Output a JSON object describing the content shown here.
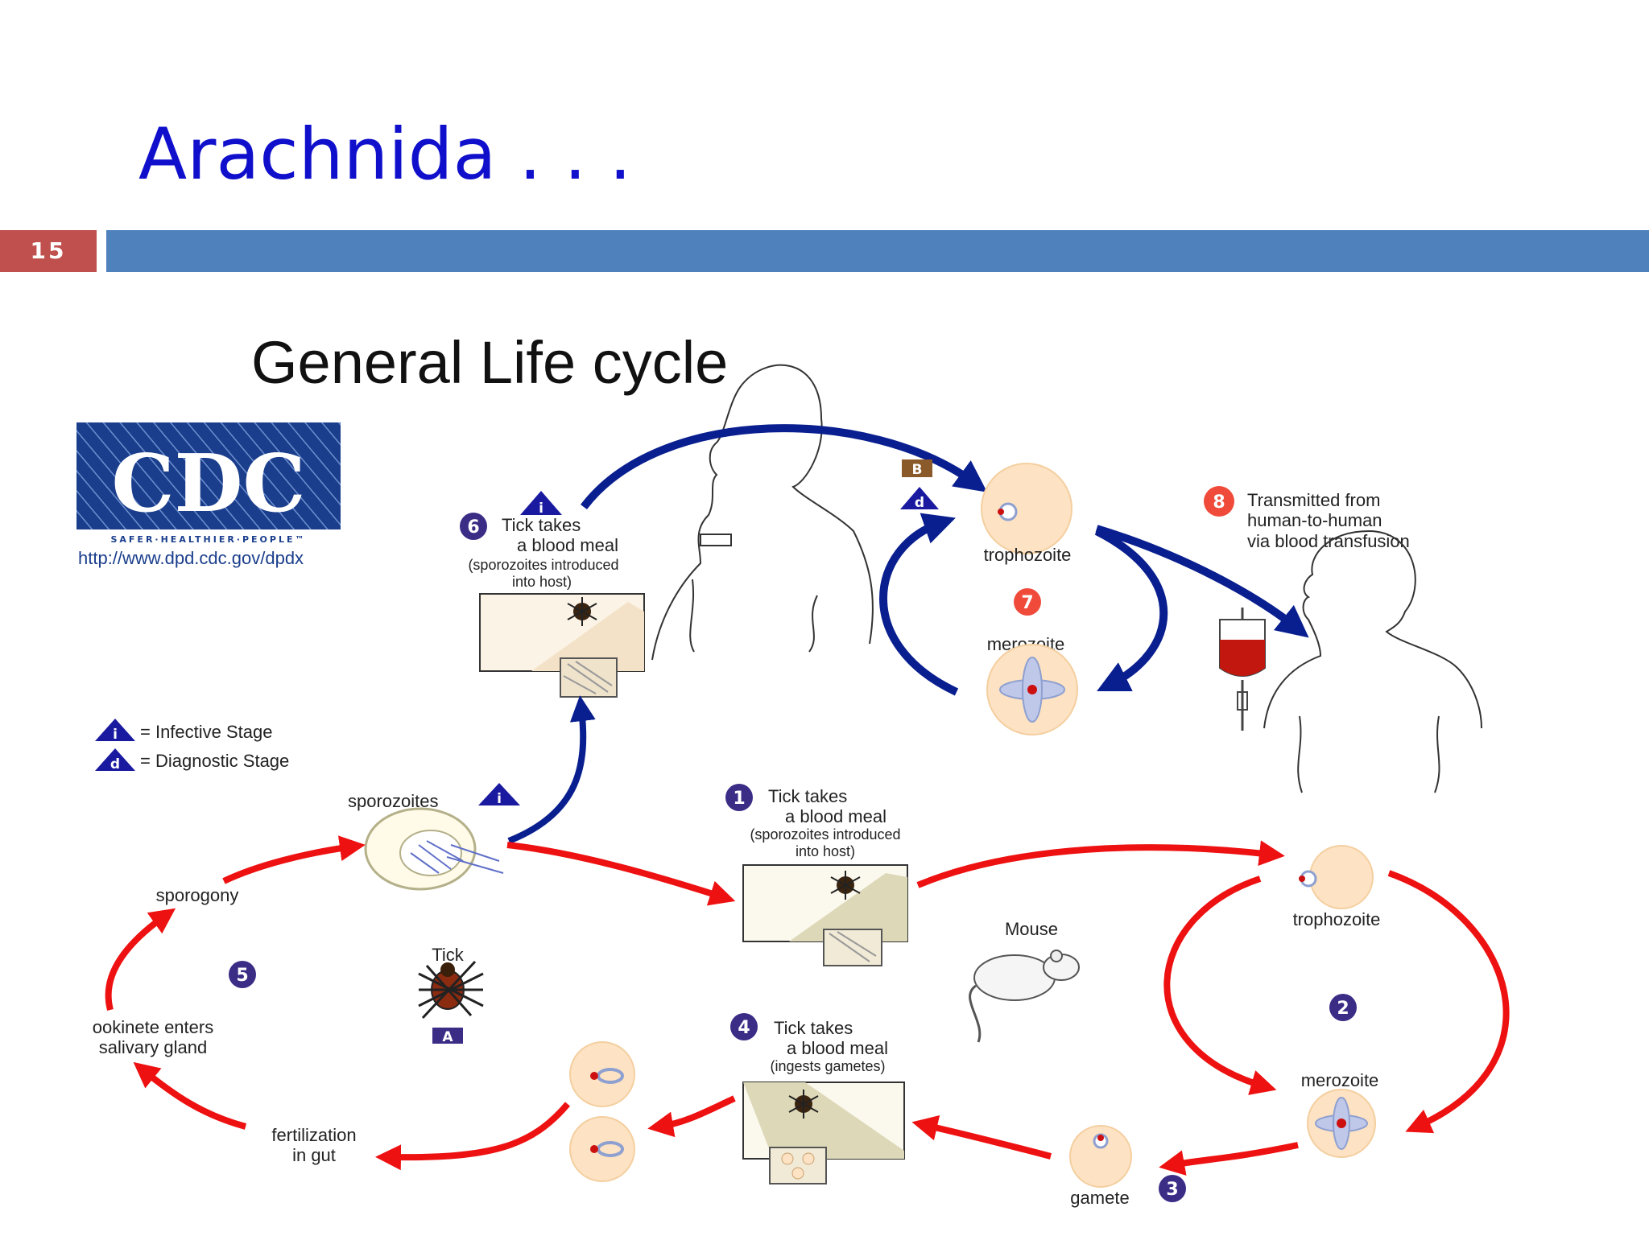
{
  "slide": {
    "title": "Arachnida . . .",
    "number": "15"
  },
  "colors": {
    "title": "#1010cc",
    "accent_bar": "#4f81bd",
    "number_box": "#c0504d",
    "human_cycle_arrows": "#0a1f8f",
    "tick_mouse_cycle_arrows": "#ee1111",
    "cdc_blue": "#1a3e8c"
  },
  "diagram": {
    "heading": "General Life cycle",
    "logo": {
      "letters": "CDC",
      "tagline": "SAFER·HEALTHIER·PEOPLE™",
      "url": "http://www.dpd.cdc.gov/dpdx"
    },
    "legend": {
      "infective_symbol": "i",
      "infective_label": "= Infective Stage",
      "diagnostic_symbol": "d",
      "diagnostic_label": "= Diagnostic Stage"
    },
    "human_cycle": {
      "step6_number": "6",
      "step6_line1": "Tick takes",
      "step6_line2": "a blood meal",
      "step6_line3": "(sporozoites introduced",
      "step6_line4": "into host)",
      "step6_marker": "i",
      "box_letter": "B",
      "box_marker": "d",
      "trophozoite": "trophozoite",
      "step7_number": "7",
      "merozoite": "merozoite",
      "step8_number": "8",
      "step8_line1": "Transmitted from",
      "step8_line2": "human-to-human",
      "step8_line3": "via blood transfusion"
    },
    "tick_mouse_cycle": {
      "sporozoites": "sporozoites",
      "sporozoites_marker": "i",
      "step1_number": "1",
      "step1_line1": "Tick takes",
      "step1_line2": "a blood meal",
      "step1_line3": "(sporozoites introduced",
      "step1_line4": "into host)",
      "trophozoite": "trophozoite",
      "mouse": "Mouse",
      "step2_number": "2",
      "merozoite": "merozoite",
      "gamete": "gamete",
      "step3_number": "3",
      "step4_number": "4",
      "step4_line1": "Tick takes",
      "step4_line2": "a blood meal",
      "step4_line3": "(ingests gametes)",
      "fertilization_line1": "fertilization",
      "fertilization_line2": "in gut",
      "ookinete_line1": "ookinete enters",
      "ookinete_line2": "salivary gland",
      "step5_number": "5",
      "sporogony": "sporogony",
      "tick": "Tick",
      "tick_letter": "A"
    }
  }
}
